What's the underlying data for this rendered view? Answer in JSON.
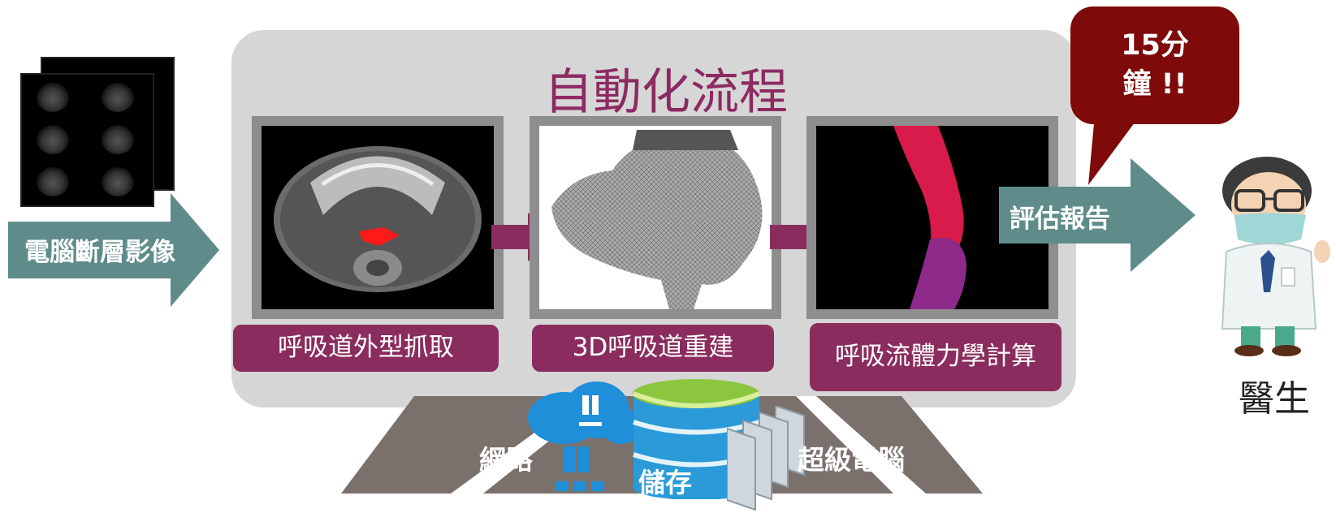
{
  "left": {
    "input_label": "電腦斷層影像"
  },
  "panel": {
    "title": "自動化流程"
  },
  "steps": [
    {
      "label": "呼吸道外型抓取"
    },
    {
      "label": "3D呼吸道重建"
    },
    {
      "label": "呼吸流體力學計算"
    }
  ],
  "output": {
    "label": "評估報告"
  },
  "bubble": {
    "line1": "15分",
    "line2": "鐘 !!"
  },
  "doctor": {
    "label": "醫生"
  },
  "infrastructure": {
    "network": "網路",
    "storage": "儲存",
    "supercomputer": "超級電腦"
  },
  "colors": {
    "panel_bg": "#d6d6d6",
    "accent": "#8a2d5e",
    "teal_arrow": "#5f8c8a",
    "bubble": "#7e0a0a"
  }
}
